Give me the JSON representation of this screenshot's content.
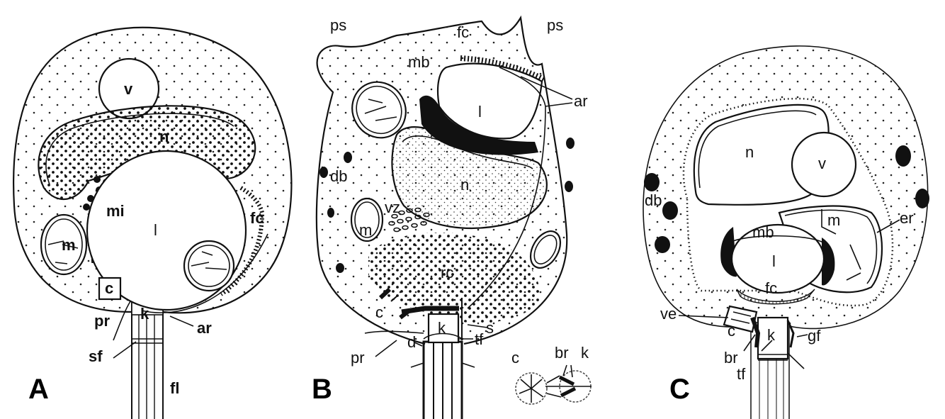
{
  "panels": {
    "A": {
      "label": "A",
      "labels": {
        "v": "v",
        "n": "n",
        "mi": "mi",
        "l": "l",
        "fc": "fc",
        "m": "m",
        "c": "c",
        "k": "k",
        "pr": "pr",
        "sf": "sf",
        "ar": "ar",
        "fl": "fl"
      }
    },
    "B": {
      "label": "B",
      "labels": {
        "ps_left": "ps",
        "ps_right": "ps",
        "fc": "fc",
        "mb": "mb",
        "l": "l",
        "ar": "ar",
        "db": "db",
        "n": "n",
        "vz": "vz",
        "m": "m",
        "rc": "rc",
        "c": "c",
        "k": "k",
        "s": "s",
        "tf": "tf",
        "d": "d",
        "pr": "pr",
        "inset_c": "c",
        "inset_br": "br",
        "inset_k": "k"
      }
    },
    "C": {
      "label": "C",
      "labels": {
        "n": "n",
        "v": "v",
        "db": "db",
        "m": "m",
        "er": "er",
        "mb": "mb",
        "l": "l",
        "fc": "fc",
        "ve": "ve",
        "c": "c",
        "k": "k",
        "gf": "gf",
        "br": "br",
        "tf": "tf"
      }
    }
  }
}
